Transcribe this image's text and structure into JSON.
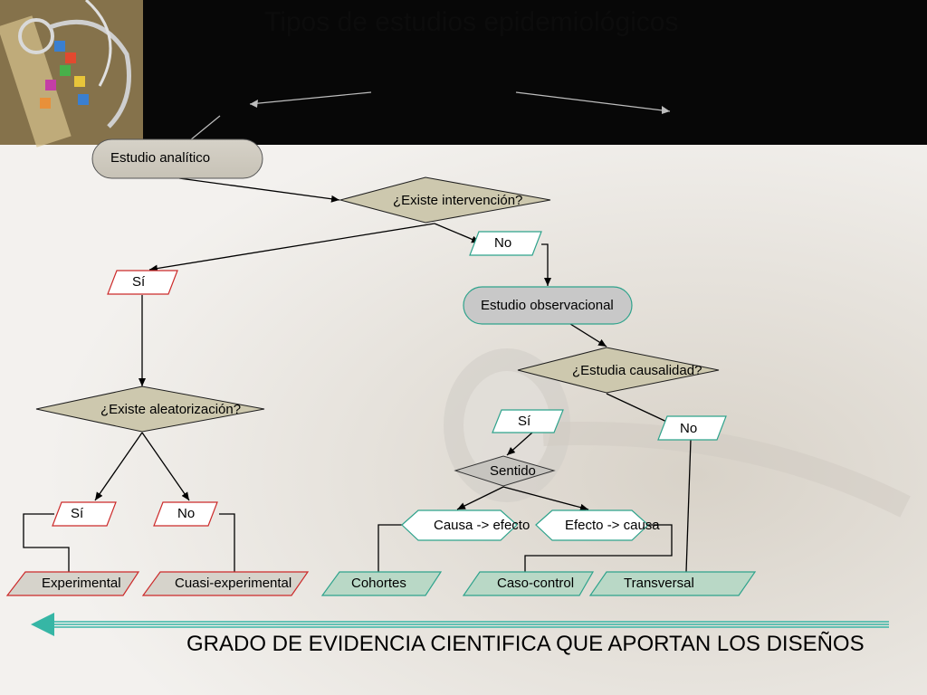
{
  "title": "Tipos de estudios epidemiológicos",
  "footer": "GRADO DE EVIDENCIA CIENTIFICA QUE APORTAN LOS DISEÑOS",
  "nodes": {
    "analitico": "Estudio analítico",
    "intervencion": "¿Existe intervención?",
    "no1": "No",
    "si1": "Sí",
    "observacional": "Estudio observacional",
    "causalidad": "¿Estudia causalidad?",
    "aleatorizacion": "¿Existe aleatorización?",
    "si2": "Sí",
    "no2": "No",
    "sentido": "Sentido",
    "si3": "Sí",
    "no3": "No",
    "causa_efecto": "Causa -> efecto",
    "efecto_causa": "Efecto -> causa",
    "experimental": "Experimental",
    "cuasi": "Cuasi-experimental",
    "cohortes": "Cohortes",
    "caso_control": "Caso-control",
    "transversal": "Transversal"
  },
  "colors": {
    "header": "#070707",
    "diamond": "#cdc8ae",
    "terminal_red": "#d9d6cc",
    "terminal_teal": "#b9d8c6",
    "red_border": "#cc2a2a",
    "teal_border": "#2fa38c",
    "arrow_teal": "#36b6a5"
  }
}
